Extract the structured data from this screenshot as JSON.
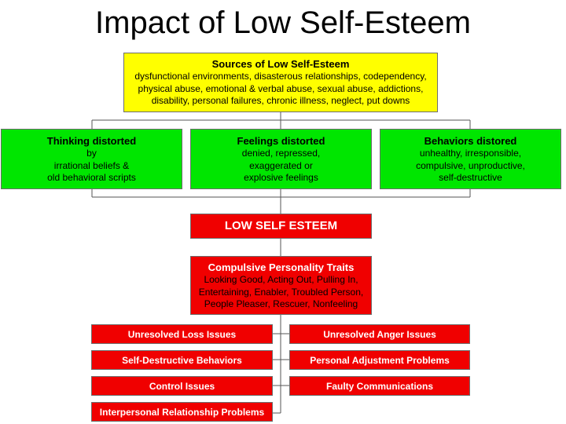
{
  "title": "Impact of Low Self-Esteem",
  "sources": {
    "heading": "Sources of Low Self-Esteem",
    "lines": [
      "dysfunctional environments, disasterous relationships, codependency,",
      "physical abuse, emotional & verbal abuse, sexual abuse, addictions,",
      "disability, personal failures, chronic illness, neglect, put downs"
    ]
  },
  "distortions": [
    {
      "heading": "Thinking distorted",
      "lines": [
        "by",
        "irrational beliefs &",
        "old behavioral scripts"
      ]
    },
    {
      "heading": "Feelings distorted",
      "lines": [
        "denied, repressed,",
        "exaggerated or",
        "explosive feelings"
      ]
    },
    {
      "heading": "Behaviors distored",
      "lines": [
        "unhealthy, irresponsible,",
        "compulsive, unproductive,",
        "self-destructive"
      ]
    }
  ],
  "low_self_esteem": "LOW SELF ESTEEM",
  "traits": {
    "heading": "Compulsive Personality Traits",
    "lines": [
      "Looking Good, Acting Out, Pulling In,",
      "Entertaining, Enabler, Troubled Person,",
      "People Pleaser, Rescuer, Nonfeeling"
    ]
  },
  "issues_left": [
    "Unresolved Loss Issues",
    "Self-Destructive Behaviors",
    "Control Issues",
    "Interpersonal Relationship Problems"
  ],
  "issues_right": [
    "Unresolved Anger Issues",
    "Personal Adjustment Problems",
    "Faulty Communications"
  ],
  "colors": {
    "yellow": "#ffff00",
    "green": "#00e600",
    "red": "#f00000"
  }
}
